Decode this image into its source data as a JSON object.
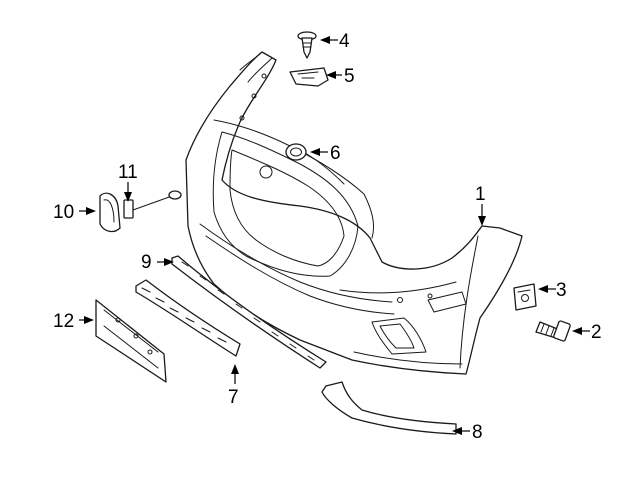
{
  "diagram": {
    "callouts": [
      {
        "id": "1",
        "label": "1"
      },
      {
        "id": "2",
        "label": "2"
      },
      {
        "id": "3",
        "label": "3"
      },
      {
        "id": "4",
        "label": "4"
      },
      {
        "id": "5",
        "label": "5"
      },
      {
        "id": "6",
        "label": "6"
      },
      {
        "id": "7",
        "label": "7"
      },
      {
        "id": "8",
        "label": "8"
      },
      {
        "id": "9",
        "label": "9"
      },
      {
        "id": "10",
        "label": "10"
      },
      {
        "id": "11",
        "label": "11"
      },
      {
        "id": "12",
        "label": "12"
      }
    ],
    "line_color": "#1a1a1a",
    "background": "#ffffff"
  }
}
